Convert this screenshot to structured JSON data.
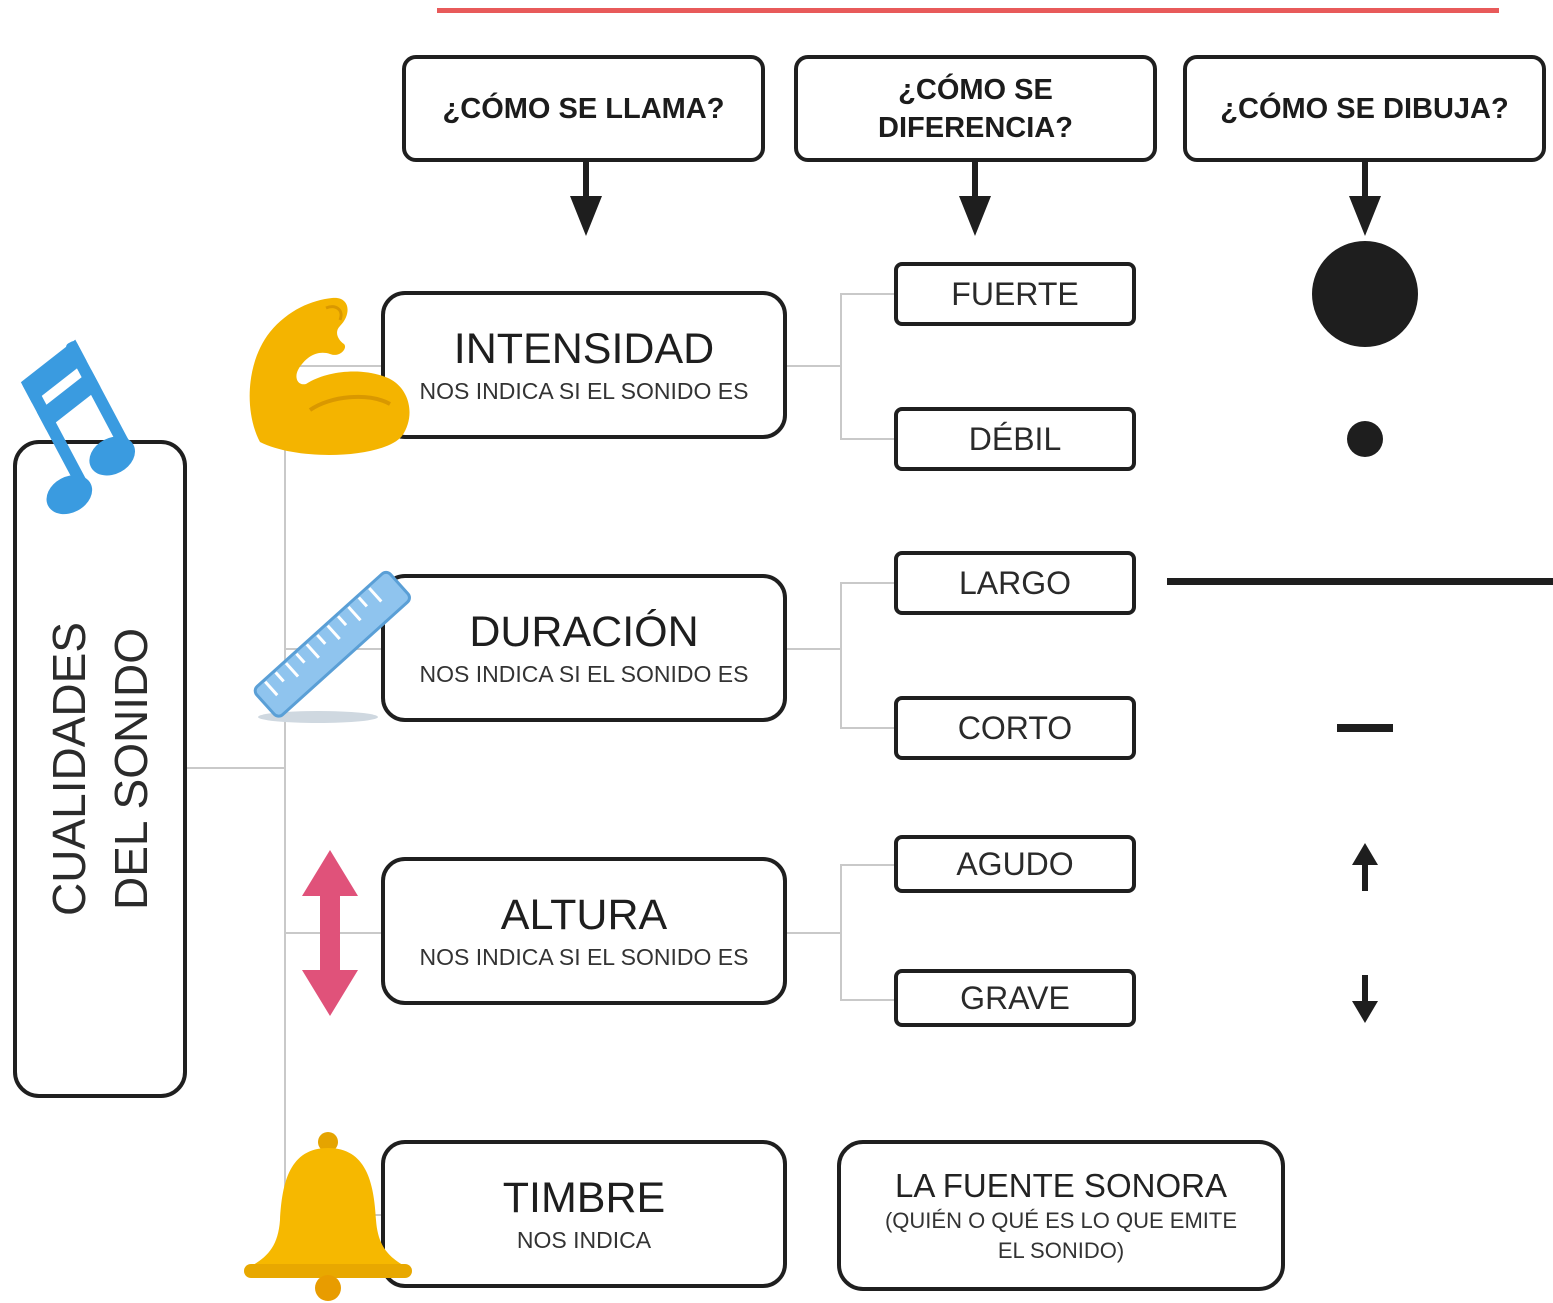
{
  "colors": {
    "top_rule": "#e85a5a",
    "border": "#1f1f1f",
    "connector": "#c9c9c9",
    "symbol": "#1e1e1e",
    "notes": "#3a9be0",
    "arm": "#f4b400",
    "ruler": "#8fc4ee",
    "height_arrow": "#e0527a",
    "bell": "#f6b800"
  },
  "main": {
    "line1": "CUALIDADES",
    "line2": "DEL SONIDO",
    "icon": "music-notes-icon"
  },
  "headers": [
    {
      "label": "¿CÓMO SE LLAMA?"
    },
    {
      "line1": "¿CÓMO SE",
      "line2": "DIFERENCIA?"
    },
    {
      "label": "¿CÓMO SE DIBUJA?"
    }
  ],
  "qualities": [
    {
      "title": "INTENSIDAD",
      "subtitle": "NOS INDICA SI EL SONIDO ES",
      "icon": "flexed-biceps-icon",
      "values": [
        "FUERTE",
        "DÉBIL"
      ],
      "symbols": [
        "big-dot-icon",
        "small-dot-icon"
      ]
    },
    {
      "title": "DURACIÓN",
      "subtitle": "NOS INDICA SI EL SONIDO ES",
      "icon": "ruler-icon",
      "values": [
        "LARGO",
        "CORTO"
      ],
      "symbols": [
        "long-line-icon",
        "short-line-icon"
      ]
    },
    {
      "title": "ALTURA",
      "subtitle": "NOS INDICA SI EL SONIDO ES",
      "icon": "up-down-arrow-icon",
      "values": [
        "AGUDO",
        "GRAVE"
      ],
      "symbols": [
        "arrow-up-icon",
        "arrow-down-icon"
      ]
    },
    {
      "title": "TIMBRE",
      "subtitle": "NOS INDICA",
      "icon": "bell-icon"
    }
  ],
  "source": {
    "title": "LA FUENTE SONORA",
    "line1": "(QUIÉN O QUÉ ES LO QUE EMITE",
    "line2": "EL SONIDO)"
  }
}
